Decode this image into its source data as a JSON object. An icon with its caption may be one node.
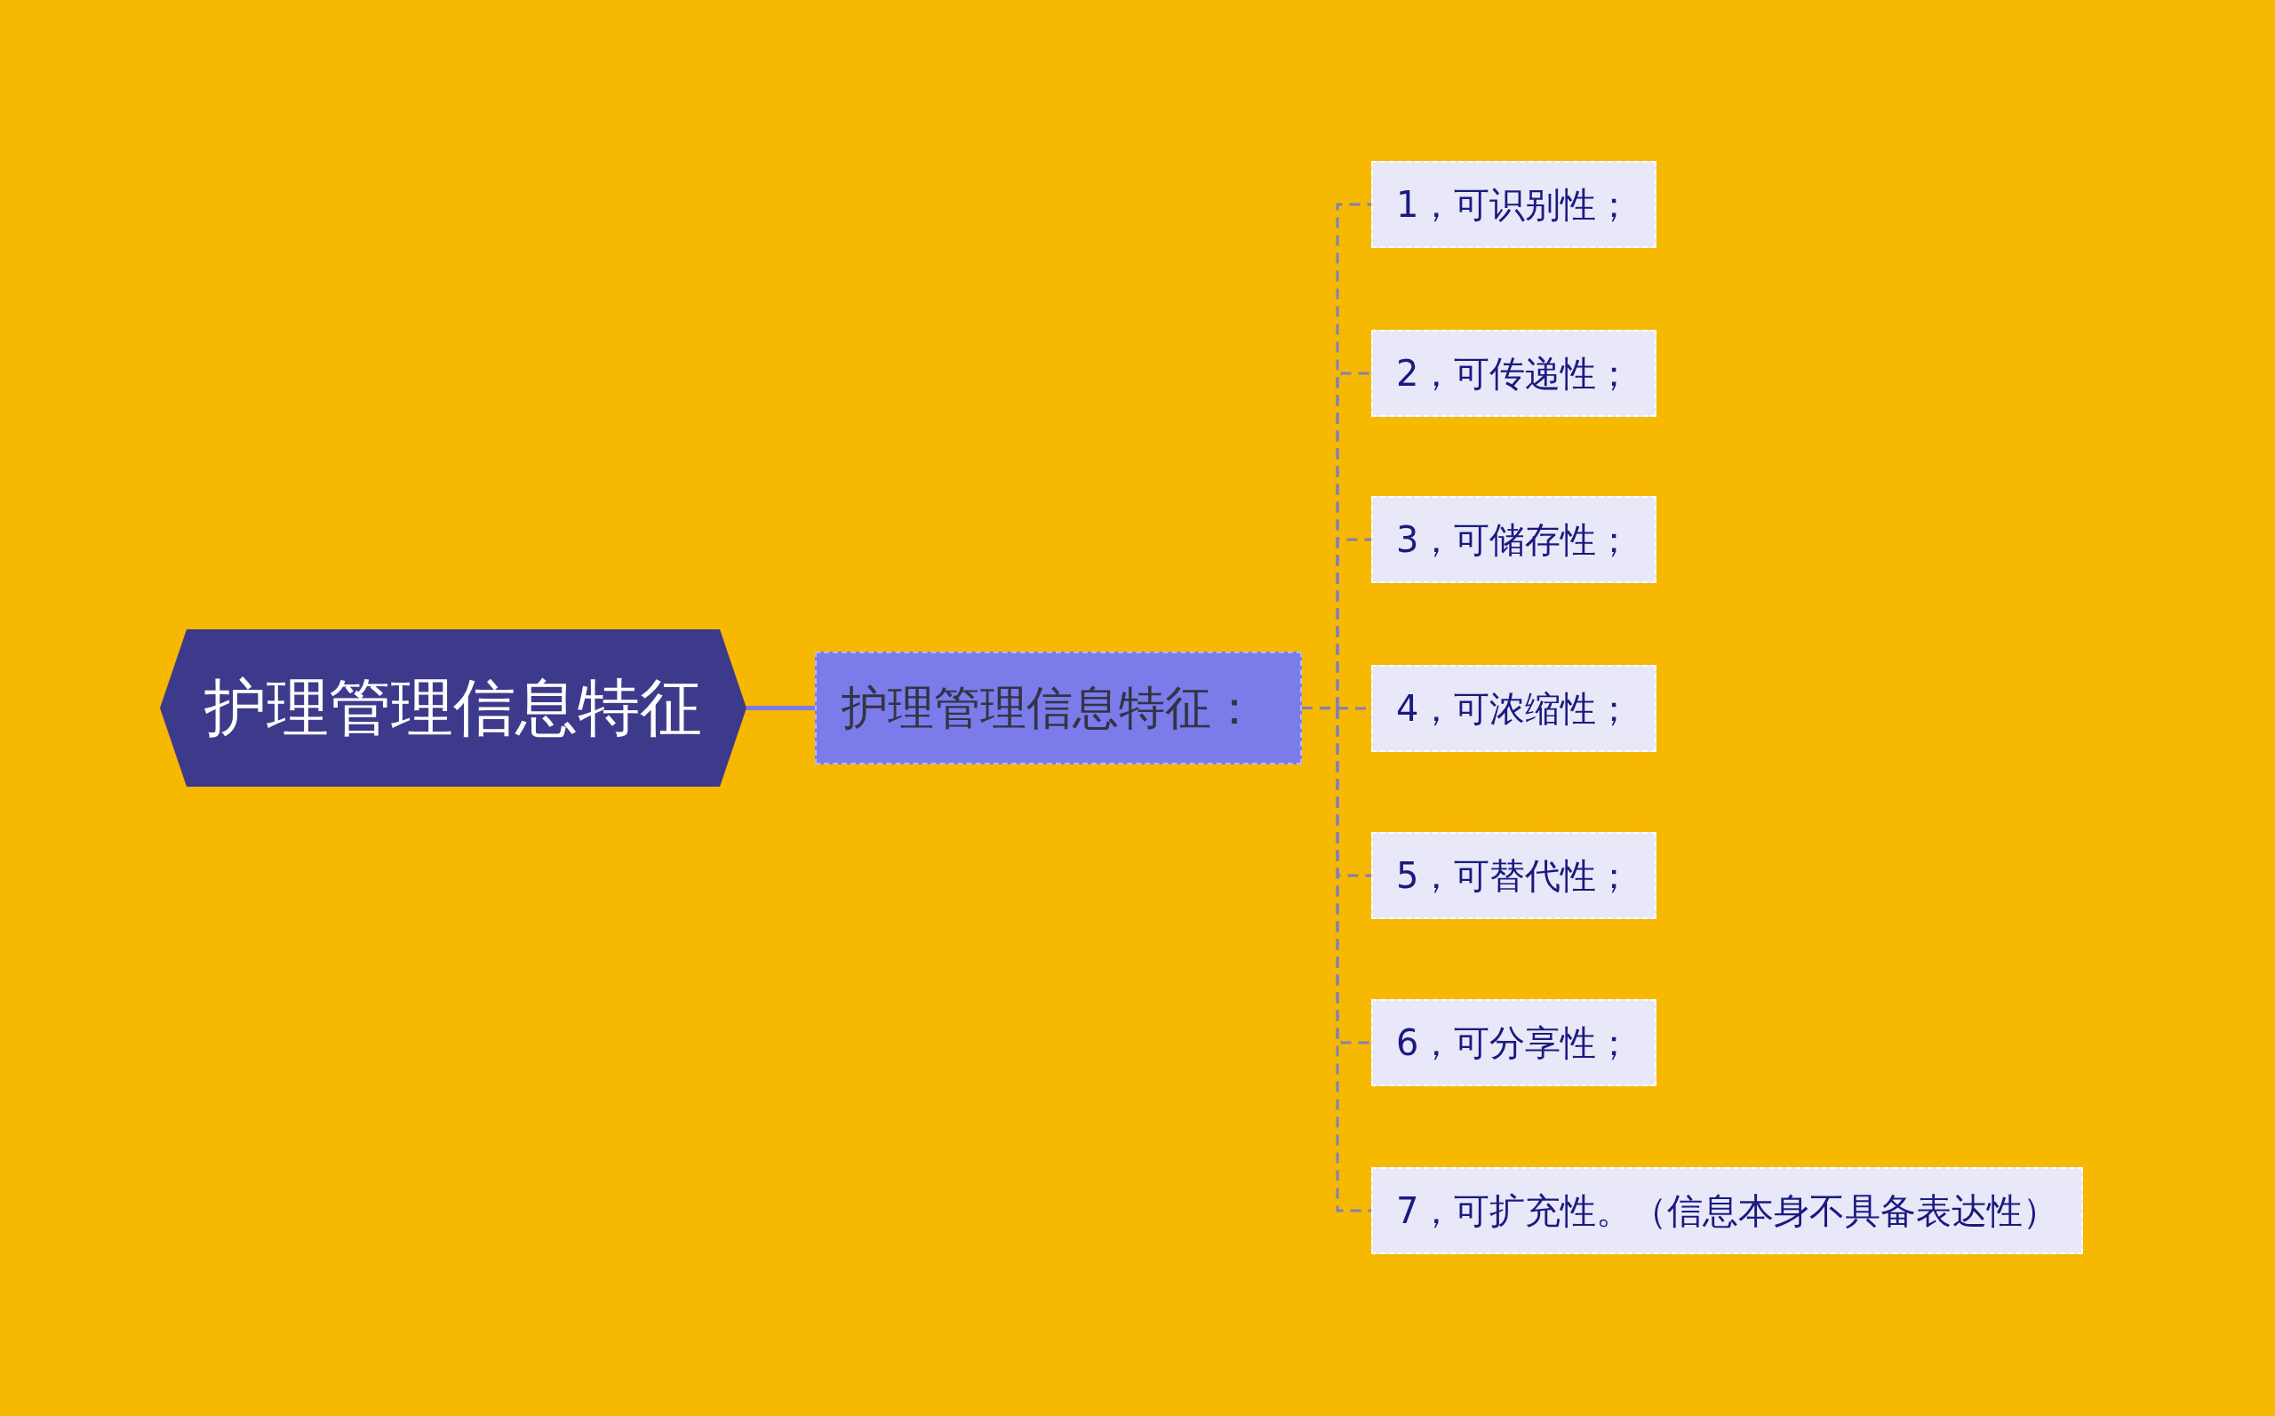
{
  "diagram": {
    "nodes": [
      {
        "text": [
          "护理管理信息特征"
        ]
      },
      {
        "text": [
          "护理管理信息特征："
        ]
      },
      {
        "text": [
          "1，可识别性；"
        ]
      },
      {
        "text": [
          "2，可传递性；"
        ]
      },
      {
        "text": [
          "3，可储存性；"
        ]
      },
      {
        "text": [
          "4，可浓缩性；"
        ]
      },
      {
        "text": [
          "5，可替代性；"
        ]
      },
      {
        "text": [
          "6，可分享性；"
        ]
      },
      {
        "text": [
          "7，可扩充性。（信息本身不具备表达性）"
        ]
      }
    ],
    "edges": [
      {
        "from": 0,
        "to": 1,
        "arrow": "none"
      },
      {
        "from": 1,
        "to": 2,
        "arrow": "none",
        "style": "dashed"
      },
      {
        "from": 1,
        "to": 3,
        "arrow": "none",
        "style": "dashed"
      },
      {
        "from": 1,
        "to": 4,
        "arrow": "none",
        "style": "dashed"
      },
      {
        "from": 1,
        "to": 5,
        "arrow": "none",
        "style": "dashed"
      },
      {
        "from": 1,
        "to": 6,
        "arrow": "none",
        "style": "dashed"
      },
      {
        "from": 1,
        "to": 7,
        "arrow": "none",
        "style": "dashed"
      },
      {
        "from": 1,
        "to": 8,
        "arrow": "none",
        "style": "dashed"
      }
    ]
  }
}
